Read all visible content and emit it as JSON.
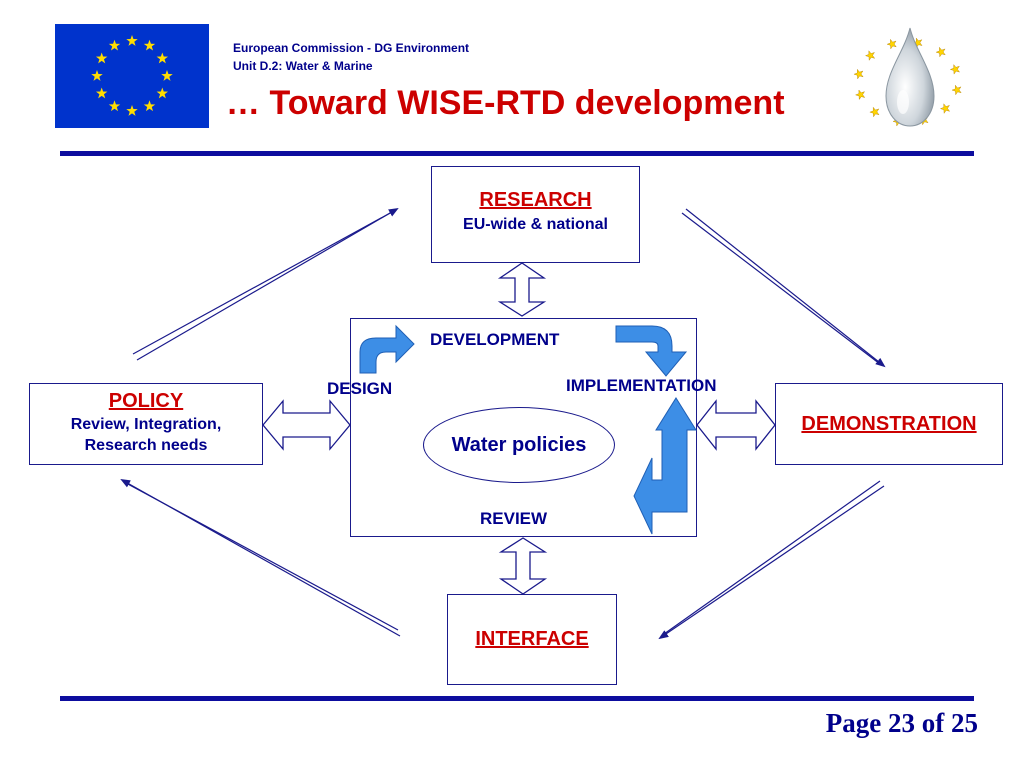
{
  "header": {
    "org_line1": "European Commission  - DG Environment",
    "org_line2": "Unit D.2: Water & Marine",
    "title": "… Toward WISE-RTD development"
  },
  "diagram": {
    "research": {
      "title": "RESEARCH",
      "subtitle": "EU-wide & national"
    },
    "policy": {
      "title": "POLICY",
      "subtitle_line1": "Review, Integration,",
      "subtitle_line2": "Research needs"
    },
    "demonstration": {
      "title": "DEMONSTRATION"
    },
    "interface": {
      "title": "INTERFACE"
    },
    "cycle": {
      "development": "DEVELOPMENT",
      "design": "DESIGN",
      "implementation": "IMPLEMENTATION",
      "review": "REVIEW",
      "center": "Water policies"
    }
  },
  "footer": {
    "page": "Page 23 of 25"
  },
  "colors": {
    "title_red": "#cc0000",
    "navy": "#00008b",
    "rule_blue": "#0d0d9e",
    "flag_blue": "#0033cc",
    "star_yellow": "#ffdd00",
    "arrow_blue": "#3d8ee6"
  },
  "icons": [
    "eu-flag-icon",
    "water-drop-logo-icon"
  ]
}
